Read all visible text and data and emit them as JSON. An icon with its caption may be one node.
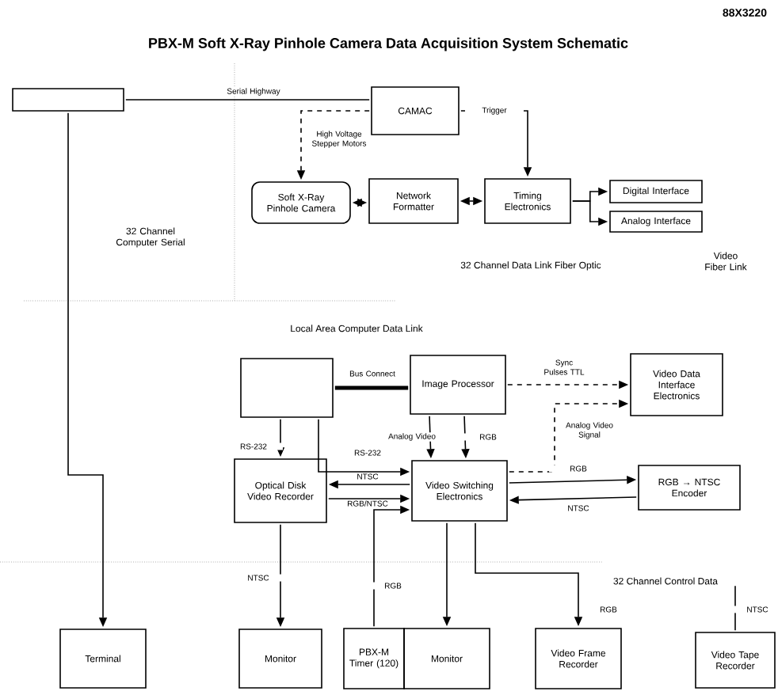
{
  "diagram": {
    "title": "PBX-M Soft X-Ray Pinhole Camera  Data Acquisition System Schematic",
    "nodes": [
      {
        "text": [],
        "shape": "box"
      },
      {
        "text": [
          "CAMAC"
        ]
      },
      {
        "text": [
          "Soft X-Ray Pinhole Camera"
        ]
      },
      {
        "text": [
          "Network Formatter"
        ]
      },
      {
        "text": [
          "Timing Electronics"
        ]
      },
      {
        "text": [
          "Digital Interface"
        ]
      },
      {
        "text": [
          "Analog Interface"
        ]
      },
      {
        "text": [],
        "shape": "box"
      },
      {
        "text": [
          "Image Processor"
        ]
      },
      {
        "text": [
          "Video Data Interface Electronics"
        ]
      },
      {
        "text": [
          "Optical Disk Video Recorder"
        ]
      },
      {
        "text": [
          "Video Switching Electronics"
        ]
      },
      {
        "text": [
          "RGB → NTSC Encoder"
        ]
      },
      {
        "text": [
          "Terminal"
        ]
      },
      {
        "text": [
          "Monitor"
        ]
      },
      {
        "text": [
          "PBX-M Timer (120)"
        ]
      },
      {
        "text": [
          "Monitor"
        ]
      },
      {
        "text": [
          "Video Frame Recorder"
        ]
      },
      {
        "text": [
          "Video Tape Recorder"
        ]
      }
    ],
    "edges": [
      {
        "from": 0,
        "to": 1,
        "arrow": "none",
        "label": "Serial Highway"
      },
      {
        "from": 0,
        "to": 13,
        "arrow": "to"
      },
      {
        "from": 1,
        "to": 2,
        "arrow": "to",
        "style": "dashed",
        "label": "High Voltage Stepper Motors"
      },
      {
        "from": 1,
        "to": 4,
        "arrow": "to",
        "label": "Trigger"
      },
      {
        "from": 2,
        "to": 3,
        "arrow": "both"
      },
      {
        "from": 3,
        "to": 4,
        "arrow": "both"
      },
      {
        "from": 4,
        "to": 5,
        "arrow": "to"
      },
      {
        "from": 4,
        "to": 6,
        "arrow": "to"
      },
      {
        "from": 7,
        "to": 8,
        "arrow": "none",
        "style": "thick",
        "label": "Bus Connect"
      },
      {
        "from": 7,
        "to": 10,
        "arrow": "to",
        "label": "RS-232"
      },
      {
        "from": 7,
        "to": 11,
        "arrow": "to",
        "label": "RS-232"
      },
      {
        "from": 11,
        "to": 10,
        "arrow": "to",
        "label": "NTSC"
      },
      {
        "from": 10,
        "to": 11,
        "arrow": "to",
        "label": "RGB/NTSC"
      },
      {
        "from": 8,
        "to": 11,
        "arrow": "to",
        "label": "Analog Video"
      },
      {
        "from": 8,
        "to": 11,
        "arrow": "to",
        "label": "RGB"
      },
      {
        "from": 8,
        "to": 9,
        "arrow": "to",
        "style": "dashed",
        "label": "Sync Pulses TTL"
      },
      {
        "from": 11,
        "to": 9,
        "arrow": "to",
        "style": "dashed",
        "label": "Analog Video Signal"
      },
      {
        "from": 11,
        "to": 12,
        "arrow": "to",
        "label": "RGB"
      },
      {
        "from": 12,
        "to": 11,
        "arrow": "to",
        "label": "NTSC"
      },
      {
        "from": 10,
        "to": 14,
        "arrow": "to",
        "label": "NTSC"
      },
      {
        "from": 15,
        "to": 11,
        "arrow": "to",
        "label": "RGB"
      },
      {
        "from": 11,
        "to": 16,
        "arrow": "to"
      },
      {
        "from": 11,
        "to": 17,
        "arrow": "to",
        "label": "RGB"
      },
      {
        "from": 18,
        "to": null,
        "arrow": "none",
        "label": "NTSC"
      }
    ],
    "labels": [
      "88X3220",
      "32 Channel Computer Serial",
      "32 Channel Data Link Fiber Optic",
      "Video Fiber Link",
      "Local Area Computer Data Link",
      "32 Channel Control Data"
    ]
  }
}
